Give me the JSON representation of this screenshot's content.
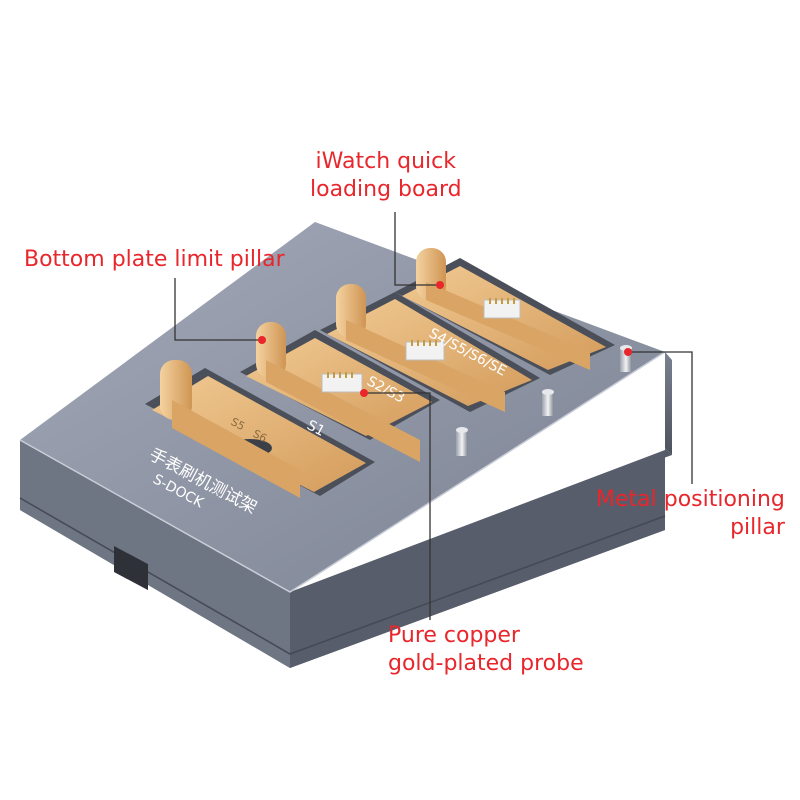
{
  "callouts": {
    "iwatch_board": [
      "iWatch quick",
      "loading board"
    ],
    "bottom_pillar": "Bottom plate limit pillar",
    "metal_pillar": [
      "Metal positioning",
      "pillar"
    ],
    "copper_probe": [
      "Pure copper",
      "gold-plated probe"
    ]
  },
  "device": {
    "print_cn": "手表刷机测试架",
    "print_en": "S-DOCK",
    "slot_labels": [
      "S1",
      "S2/S3",
      "S4/S5/S6/SE"
    ],
    "slot_corner_labels": [
      "S5",
      "S6"
    ]
  },
  "colors": {
    "accent": "#e8262b",
    "body_top": "#8e96a8",
    "body_front": "#5f6675",
    "board": "#e2b47a"
  }
}
